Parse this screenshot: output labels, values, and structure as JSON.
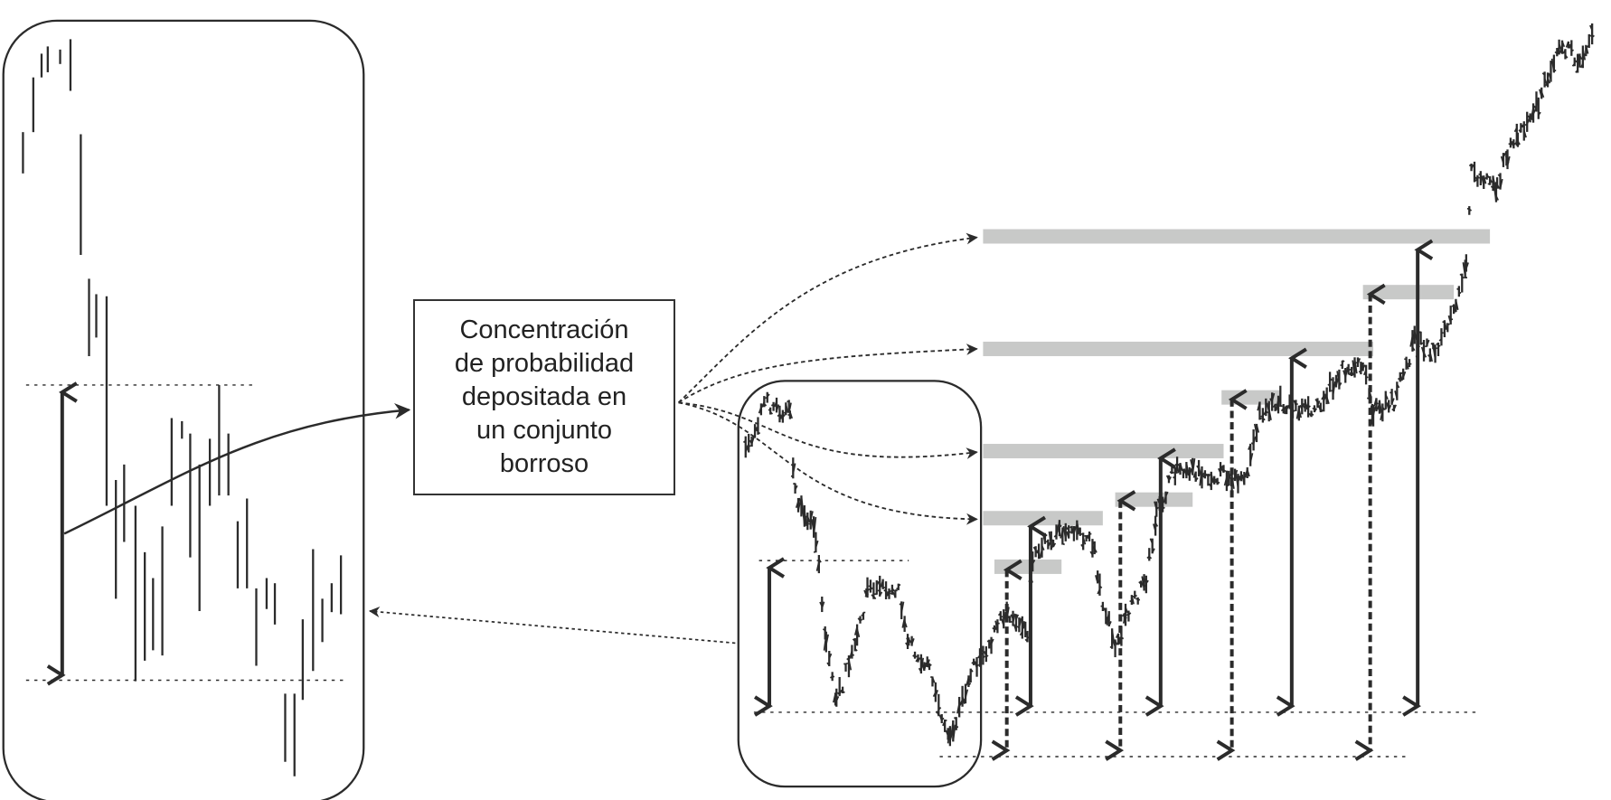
{
  "label_box": {
    "lines": [
      "Concentración",
      "de probabilidad",
      "depositada en",
      "un conjunto",
      "borroso"
    ]
  },
  "colors": {
    "ink": "#2b2b2b",
    "band": "#c8c9c8"
  }
}
